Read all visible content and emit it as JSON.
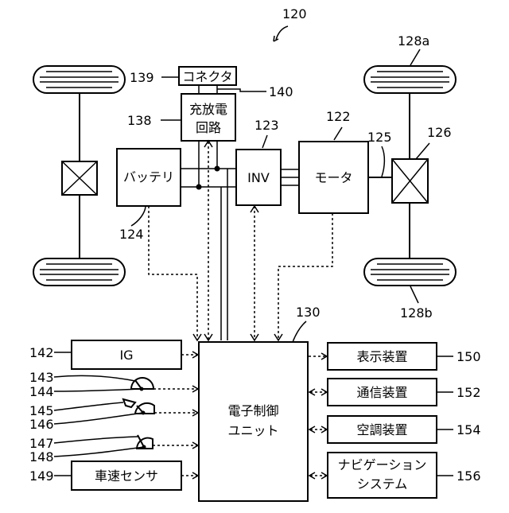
{
  "figure_number": "120",
  "components": {
    "connector": {
      "label": "コネクタ",
      "ref": "139"
    },
    "connector_line": {
      "ref": "140"
    },
    "charge_circuit": {
      "line1": "充放電",
      "line2": "回路",
      "ref": "138"
    },
    "battery": {
      "label": "バッテリ",
      "ref": "124"
    },
    "inverter": {
      "label": "INV",
      "ref": "123"
    },
    "motor": {
      "label": "モータ",
      "ref": "122"
    },
    "drive_shaft": {
      "ref": "125"
    },
    "differential": {
      "ref": "126"
    },
    "wheel_front_right": {
      "ref": "128a"
    },
    "wheel_rear_right": {
      "ref": "128b"
    },
    "ecu": {
      "line1": "電子制御",
      "line2": "ユニット",
      "ref": "130"
    },
    "ig": {
      "label": "IG",
      "ref": "142"
    },
    "pedal_1": {
      "ref_top": "143",
      "ref_bottom": "144"
    },
    "pedal_2": {
      "ref_top": "145",
      "ref_bottom": "146"
    },
    "pedal_3": {
      "ref_top": "147",
      "ref_bottom": "148"
    },
    "speed_sensor": {
      "label": "車速センサ",
      "ref": "149"
    },
    "display": {
      "label": "表示装置",
      "ref": "150"
    },
    "communication": {
      "label": "通信装置",
      "ref": "152"
    },
    "air_conditioner": {
      "label": "空調装置",
      "ref": "154"
    },
    "navigation": {
      "line1": "ナビゲーション",
      "line2": "システム",
      "ref": "156"
    }
  }
}
